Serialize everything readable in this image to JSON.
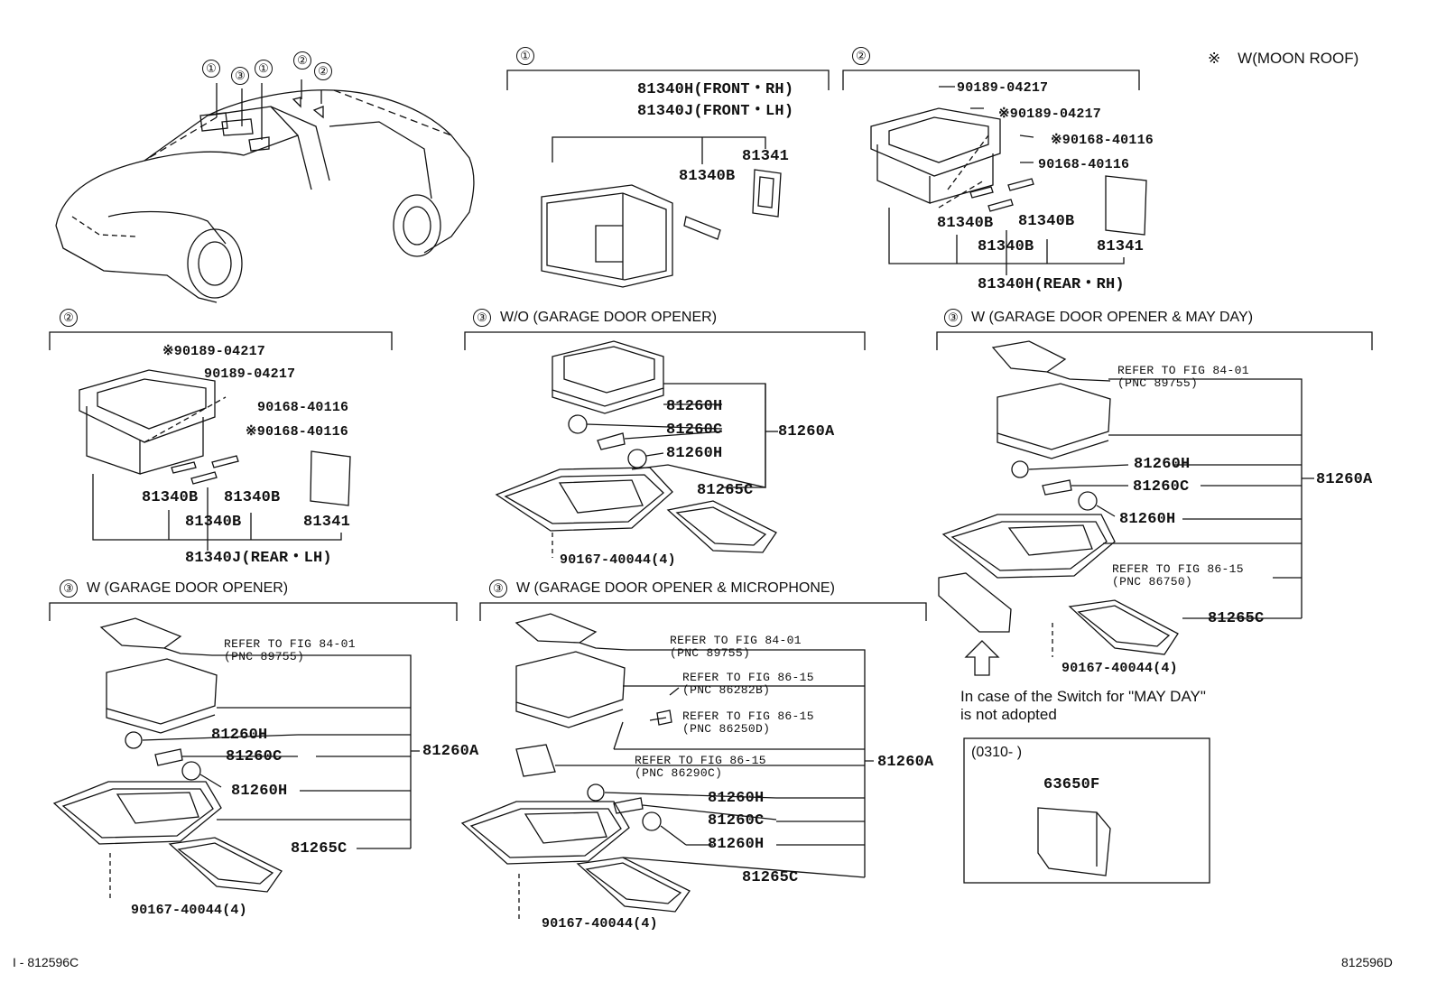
{
  "legend": {
    "mark": "※",
    "text": "W(MOON ROOF)"
  },
  "car_callouts": [
    "①",
    "③",
    "①",
    "②",
    "②"
  ],
  "panel_front": {
    "circle": "①",
    "parts": [
      "81340H(FRONT・RH)",
      "81340J(FRONT・LH)",
      "81341",
      "81340B"
    ]
  },
  "panel_rear_rh": {
    "circle": "②",
    "parts": [
      "90189-04217",
      "※90189-04217",
      "※90168-40116",
      "90168-40116",
      "81340B",
      "81340B",
      "81340B",
      "81341",
      "81340H(REAR・RH)"
    ]
  },
  "panel_rear_lh": {
    "circle": "②",
    "parts": [
      "※90189-04217",
      "90189-04217",
      "90168-40116",
      "※90168-40116",
      "81340B",
      "81340B",
      "81340B",
      "81341",
      "81340J(REAR・LH)"
    ]
  },
  "panel_wo_gdo": {
    "circle": "③",
    "title": "W/O  (GARAGE DOOR OPENER)",
    "parts": [
      "81260H",
      "81260C",
      "81260H",
      "81260A",
      "81265C",
      "90167-40044(4)"
    ]
  },
  "panel_w_gdo_mayday": {
    "circle": "③",
    "title": "W  (GARAGE DOOR OPENER & MAY DAY)",
    "refer1": [
      "REFER TO FIG 84-01",
      "(PNC 89755)"
    ],
    "refer2": [
      "REFER TO FIG 86-15",
      "(PNC 86750)"
    ],
    "parts": [
      "81260H",
      "81260C",
      "81260H",
      "81260A",
      "81265C",
      "90167-40044(4)"
    ],
    "note": [
      "In case of the Switch for  \"MAY DAY\"",
      "is not adopted"
    ],
    "box_date": "(0310-          )",
    "box_part": "63650F"
  },
  "panel_w_gdo": {
    "circle": "③",
    "title": "W  (GARAGE DOOR OPENER)",
    "refer1": [
      "REFER TO FIG 84-01",
      "(PNC 89755)"
    ],
    "parts": [
      "81260H",
      "81260C",
      "81260H",
      "81260A",
      "81265C",
      "90167-40044(4)"
    ]
  },
  "panel_w_gdo_mic": {
    "circle": "③",
    "title": "W  (GARAGE DOOR OPENER & MICROPHONE)",
    "refer1": [
      "REFER TO FIG 84-01",
      "(PNC 89755)"
    ],
    "refer2": [
      "REFER TO FIG 86-15",
      "(PNC 86282B)"
    ],
    "refer3": [
      "REFER TO FIG 86-15",
      "(PNC 86250D)"
    ],
    "refer4": [
      "REFER TO FIG 86-15",
      "(PNC 86290C)"
    ],
    "parts": [
      "81260A",
      "81260H",
      "81260C",
      "81260H",
      "81265C",
      "90167-40044(4)"
    ]
  },
  "footer": {
    "left": "I - 812596C",
    "right": "812596D"
  }
}
